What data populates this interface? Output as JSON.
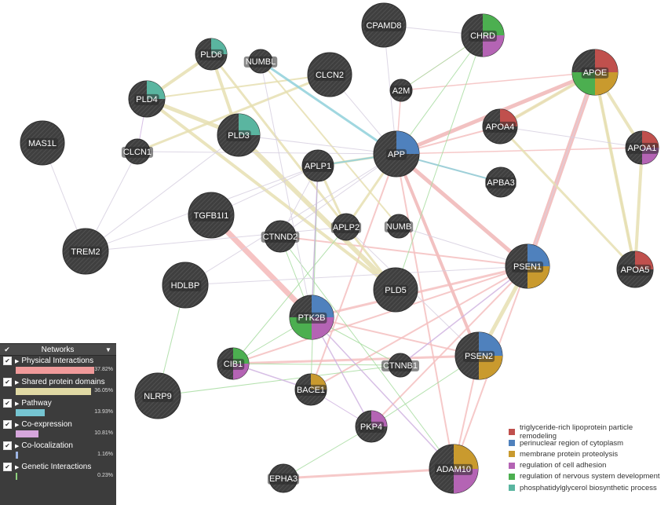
{
  "networks_panel": {
    "title": "Networks",
    "items": [
      {
        "label": "Physical Interactions",
        "percent": "37.82%",
        "fraction": 0.3782,
        "color": "#f09a9a"
      },
      {
        "label": "Shared protein domains",
        "percent": "36.05%",
        "fraction": 0.3605,
        "color": "#e0d9a4"
      },
      {
        "label": "Pathway",
        "percent": "13.93%",
        "fraction": 0.1393,
        "color": "#76c5d2"
      },
      {
        "label": "Co-expression",
        "percent": "10.81%",
        "fraction": 0.1081,
        "color": "#d6a6dc"
      },
      {
        "label": "Co-localization",
        "percent": "1.16%",
        "fraction": 0.0116,
        "color": "#9db5e3"
      },
      {
        "label": "Genetic Interactions",
        "percent": "0.23%",
        "fraction": 0.0023,
        "color": "#8ed17e"
      }
    ]
  },
  "legend": [
    {
      "label": "triglyceride-rich lipoprotein particle remodeling",
      "color": "#c0504d"
    },
    {
      "label": "perinuclear region of cytoplasm",
      "color": "#4f81bd"
    },
    {
      "label": "membrane protein proteolysis",
      "color": "#c99a2e"
    },
    {
      "label": "regulation of cell adhesion",
      "color": "#b464b4"
    },
    {
      "label": "regulation of nervous system development",
      "color": "#4caf50"
    },
    {
      "label": "phosphatidylglycerol biosynthetic process",
      "color": "#5ab5a0"
    }
  ],
  "nodes": [
    "CPAMD8",
    "CHRD",
    "PLD6",
    "NUMBL",
    "CLCN2",
    "APOE",
    "A2M",
    "PLD4",
    "APOA4",
    "MAS1L",
    "PLD3",
    "APP",
    "APOA1",
    "CLCN1",
    "APLP1",
    "APBA3",
    "TGFB1I1",
    "APLP2",
    "NUMB",
    "CTNND2",
    "TREM2",
    "PSEN1",
    "APOA5",
    "HDLBP",
    "PLD5",
    "PTK2B",
    "CIB1",
    "PSEN2",
    "CTNNB1",
    "NLRP9",
    "BACE1",
    "PKP4",
    "ADAM10",
    "EPHA3"
  ]
}
